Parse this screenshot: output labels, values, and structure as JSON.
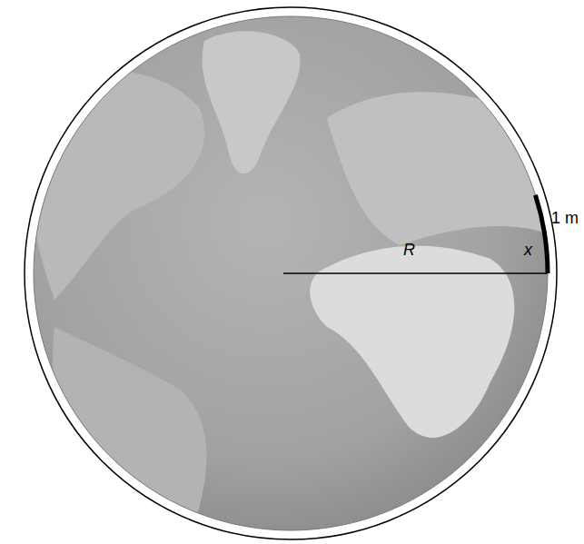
{
  "diagram": {
    "labels": [
      "R",
      "x",
      "1 m"
    ]
  }
}
